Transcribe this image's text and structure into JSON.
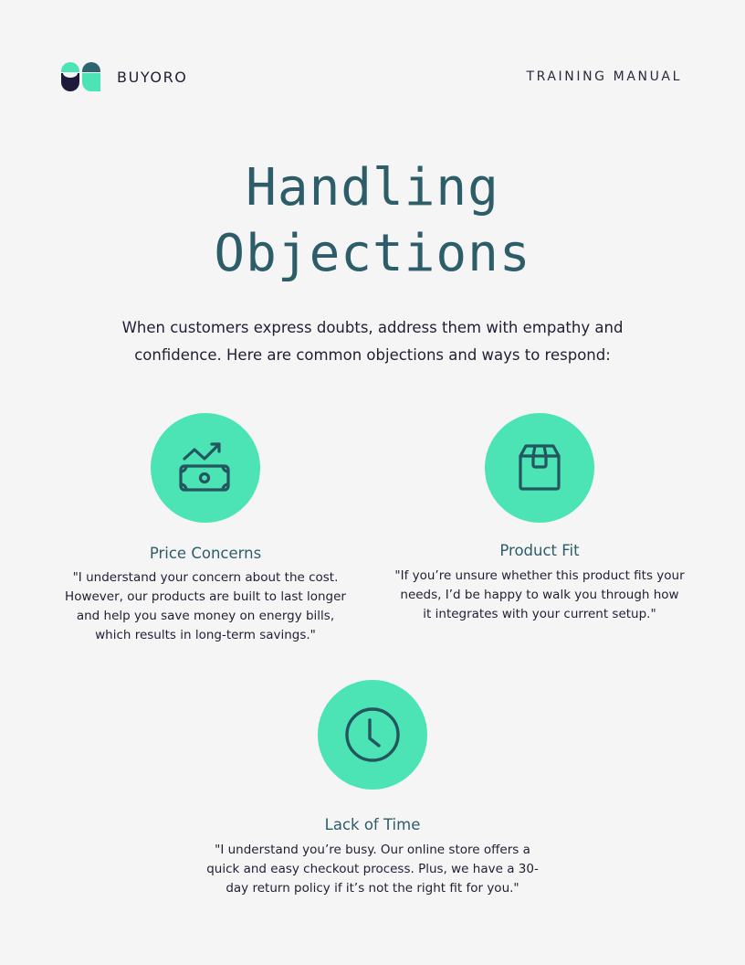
{
  "header": {
    "brand_name": "BUYORO",
    "logo_icon": "buyoro-logo-icon",
    "document_type": "TRAINING MANUAL"
  },
  "page": {
    "title_line1": "Handling",
    "title_line2": "Objections",
    "intro": "When customers express doubts, address them with empathy and confidence. Here are common objections and ways to respond:"
  },
  "colors": {
    "background": "#f5f5f5",
    "accent_mint": "#4ce3b5",
    "icon_stroke": "#23565e",
    "title_teal": "#2e5d6a",
    "text_navy": "#1f1f33",
    "logo_navy": "#1e1b3a",
    "logo_teal": "#2e6470"
  },
  "objections": [
    {
      "icon": "money-growth-icon",
      "title": "Price Concerns",
      "response": "\"I understand your concern about the cost. However, our products are built to last longer and help you save money on energy bills, which results in long-term savings.\""
    },
    {
      "icon": "package-box-icon",
      "title": "Product Fit",
      "response": "\"If you’re unsure whether this product fits your needs, I’d be happy to walk you through how it integrates with your current setup.\""
    },
    {
      "icon": "clock-icon",
      "title": "Lack of Time",
      "response": "\"I understand you’re busy. Our online store offers a quick and easy checkout process. Plus, we have a 30-day return policy if it’s not the right fit for you.\""
    }
  ]
}
